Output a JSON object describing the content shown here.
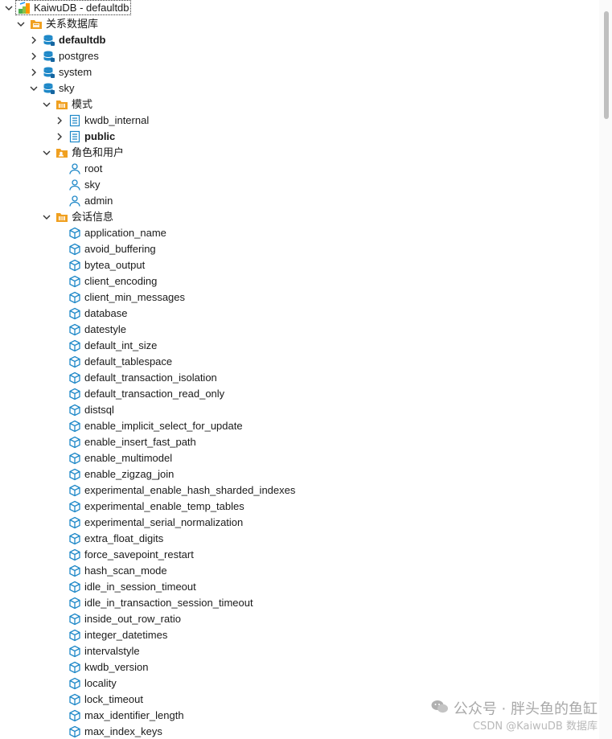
{
  "root": {
    "label": "KaiwuDB - defaultdb",
    "icon": "kaiwudb-connection-icon"
  },
  "databases_folder": {
    "label": "关系数据库",
    "icon": "folder-database-icon"
  },
  "databases": [
    {
      "label": "defaultdb",
      "bold": true,
      "icon": "database-icon"
    },
    {
      "label": "postgres",
      "bold": false,
      "icon": "database-icon"
    },
    {
      "label": "system",
      "bold": false,
      "icon": "database-icon"
    },
    {
      "label": "sky",
      "bold": false,
      "icon": "database-icon"
    }
  ],
  "schema_folder": {
    "label": "模式",
    "icon": "folder-schema-icon"
  },
  "schemas": [
    {
      "label": "kwdb_internal",
      "bold": false,
      "icon": "schema-icon"
    },
    {
      "label": "public",
      "bold": true,
      "icon": "schema-icon"
    }
  ],
  "roles_folder": {
    "label": "角色和用户",
    "icon": "folder-users-icon"
  },
  "roles": [
    {
      "label": "root",
      "icon": "user-icon"
    },
    {
      "label": "sky",
      "icon": "user-icon"
    },
    {
      "label": "admin",
      "icon": "user-icon"
    }
  ],
  "session_folder": {
    "label": "会话信息",
    "icon": "folder-session-icon"
  },
  "session_vars": [
    "application_name",
    "avoid_buffering",
    "bytea_output",
    "client_encoding",
    "client_min_messages",
    "database",
    "datestyle",
    "default_int_size",
    "default_tablespace",
    "default_transaction_isolation",
    "default_transaction_read_only",
    "distsql",
    "enable_implicit_select_for_update",
    "enable_insert_fast_path",
    "enable_multimodel",
    "enable_zigzag_join",
    "experimental_enable_hash_sharded_indexes",
    "experimental_enable_temp_tables",
    "experimental_serial_normalization",
    "extra_float_digits",
    "force_savepoint_restart",
    "hash_scan_mode",
    "idle_in_session_timeout",
    "idle_in_transaction_session_timeout",
    "inside_out_row_ratio",
    "integer_datetimes",
    "intervalstyle",
    "kwdb_version",
    "locality",
    "lock_timeout",
    "max_identifier_length",
    "max_index_keys"
  ],
  "colors": {
    "accent_blue": "#1e88c8",
    "folder_orange": "#f0a020",
    "text": "#1a1a1a"
  },
  "watermark": {
    "line1": "公众号 · 胖头鱼的鱼缸",
    "line2": "CSDN @KaiwuDB 数据库"
  }
}
